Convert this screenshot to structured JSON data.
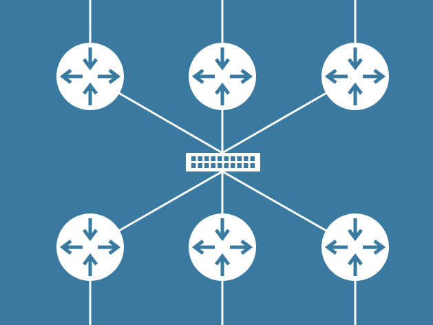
{
  "colors": {
    "background": "#3A79A0",
    "foreground": "#FFFFFF",
    "arrow": "#3A79A0"
  },
  "diagram": {
    "type": "network-topology",
    "hub": {
      "icon": "network-switch-icon",
      "port_rows": 2,
      "ports_per_row": 10
    },
    "nodes": [
      {
        "id": "router-top-left",
        "icon": "router-icon",
        "row": "top",
        "column": "left",
        "uplink": "up"
      },
      {
        "id": "router-top-center",
        "icon": "router-icon",
        "row": "top",
        "column": "center",
        "uplink": "up"
      },
      {
        "id": "router-top-right",
        "icon": "router-icon",
        "row": "top",
        "column": "right",
        "uplink": "up"
      },
      {
        "id": "router-bottom-left",
        "icon": "router-icon",
        "row": "bottom",
        "column": "left",
        "uplink": "down"
      },
      {
        "id": "router-bottom-center",
        "icon": "router-icon",
        "row": "bottom",
        "column": "center",
        "uplink": "down"
      },
      {
        "id": "router-bottom-right",
        "icon": "router-icon",
        "row": "bottom",
        "column": "right",
        "uplink": "down"
      }
    ],
    "links": [
      {
        "from": "router-top-left",
        "to": "hub"
      },
      {
        "from": "router-top-center",
        "to": "hub"
      },
      {
        "from": "router-top-right",
        "to": "hub"
      },
      {
        "from": "router-bottom-left",
        "to": "hub"
      },
      {
        "from": "router-bottom-center",
        "to": "hub"
      },
      {
        "from": "router-bottom-right",
        "to": "hub"
      }
    ]
  }
}
